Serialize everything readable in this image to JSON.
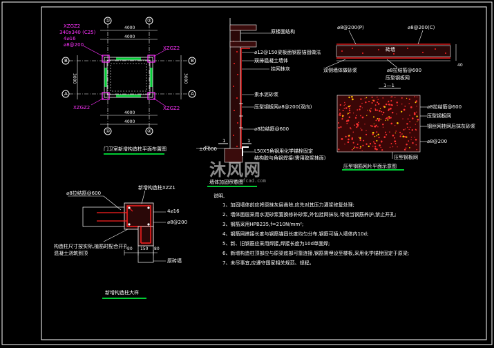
{
  "colors": {
    "background": "#000000",
    "line": "#ffffff",
    "text_yellow": "#ffff00",
    "text_magenta": "#ff33ff",
    "rebar_red": "#ff2020",
    "green": "#00cc33",
    "mesh_red": "#e02020"
  },
  "plan": {
    "spec_lines": [
      "XZGZ2",
      "340x340 (C25)",
      "4⌀16",
      "⌀8@200"
    ],
    "grid_top": [
      "①",
      "②"
    ],
    "grid_bottom": [
      "①",
      "②"
    ],
    "grid_left": [
      "B",
      "A"
    ],
    "grid_right": [
      "B",
      "A"
    ],
    "dim_top": "4000",
    "dim_top_small": "4000",
    "dim_bottom": "4000",
    "dim_bottom_small": "4000",
    "dim_left": "3000",
    "dim_right": "3000",
    "col_labels": [
      "XZGZ2",
      "XZGZ2",
      "XZGZ2"
    ],
    "title": "门卫室新增构造柱平面布置图"
  },
  "section": {
    "notes": [
      "原楼面结构",
      "⌀12@150梁板面钢筋锚固做法",
      "双排混凝土墙体",
      "挂网抹灰",
      "素水泥砂浆",
      "压型钢板网⌀8@200(双向)",
      "⌀8拉结筋@600",
      "L50X5角钢用化学锚栓固定",
      "结构胶与角钢焊接(需用胶浆抹面)"
    ],
    "elevation": "±0.000",
    "cut_mark": "1",
    "title": "墙体加固示意图"
  },
  "detail11": {
    "labels_top": [
      "⌀8@200(P)",
      "⌀8@200(C)"
    ],
    "lbl_wall": "砖墙",
    "lbl_left": "双侧墙体做砂浆",
    "lbl_mid": "⌀8拉结筋@600",
    "lbl_bottom": "压型钢板网",
    "dim": "40",
    "cut": "1—1"
  },
  "mesh": {
    "labels": [
      "⌀8拉结筋@600",
      "压型钢板网",
      "钢丝网挂网后抹灰砂浆",
      "⌀8@200",
      "压型钢板网"
    ],
    "title": "压型钢筋网片平面示意图"
  },
  "column_detail": {
    "top_left": "⌀8拉结筋@600",
    "new_col": "新增构造柱XZZ1",
    "rebar": "4⌀16",
    "stirrup": "⌀8@200",
    "wall": "原砖墙",
    "left_note1": "构造柱尺寸按实际,植筋时配合开孔",
    "left_note2": "混凝土浇筑到顶",
    "dim_a": "30",
    "dim_b": "150",
    "dim_c": "80",
    "title": "新增构造柱大样"
  },
  "notes": {
    "heading": "说明,",
    "items": [
      "1、加固墙体前应将原抹灰层凿除,应先对其压力灌浆修复处理;",
      "2、墙体面层采用水泥砂浆置换修补砂浆,外包挂网抹灰,带适当钢筋养护,禁止开孔;",
      "3、钢筋采用HPB235,f=210N/mm²;",
      "4、钢筋网搭接长度与钢筋锚固长度均匀分布,钢筋可插入墙体内10d;",
      "5、新、旧钢筋应采用焊接,焊接长度为10d单面焊;",
      "6、新增构造柱顶部应与原梁底部可靠连接,钢筋需埋设至楼板,采用化学锚栓固定于原梁;",
      "7、未尽事宜,应遵守国家相关规范、规程。"
    ]
  },
  "watermark": {
    "text": "沐风网",
    "url": "www.mfcad.com"
  }
}
